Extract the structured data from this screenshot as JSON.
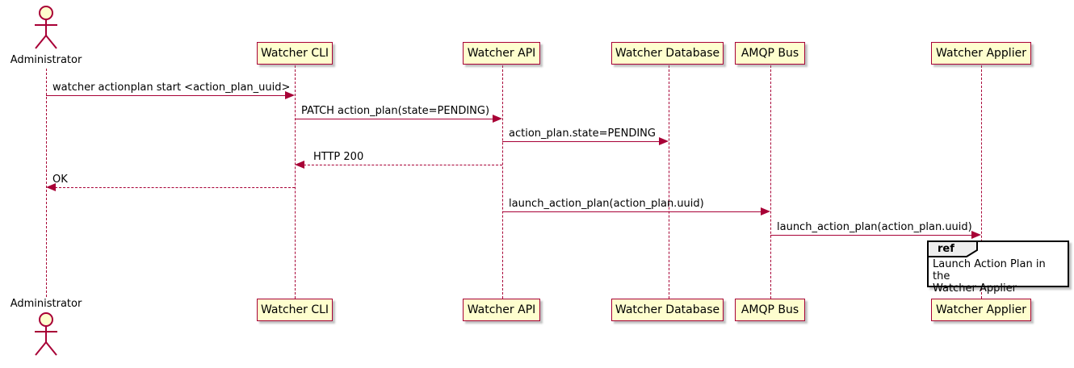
{
  "diagram_type": "sequence",
  "colors": {
    "participant_fill": "#FEFECE",
    "participant_border": "#A80036",
    "lifeline": "#A80036",
    "arrow": "#A80036",
    "text": "#000000",
    "ref_border": "#000000",
    "ref_tab_fill": "#EEEEEE",
    "background": "#FFFFFF"
  },
  "actor": {
    "label": "Administrator"
  },
  "participants": [
    {
      "label": "Watcher CLI"
    },
    {
      "label": "Watcher API"
    },
    {
      "label": "Watcher Database"
    },
    {
      "label": "AMQP Bus"
    },
    {
      "label": "Watcher Applier"
    }
  ],
  "messages": [
    {
      "from": "Administrator",
      "to": "Watcher CLI",
      "label": "watcher actionplan start <action_plan_uuid>",
      "line": "solid"
    },
    {
      "from": "Watcher CLI",
      "to": "Watcher API",
      "label": "PATCH action_plan(state=PENDING)",
      "line": "solid"
    },
    {
      "from": "Watcher API",
      "to": "Watcher Database",
      "label": "action_plan.state=PENDING",
      "line": "solid"
    },
    {
      "from": "Watcher API",
      "to": "Watcher CLI",
      "label": "HTTP 200",
      "line": "dashed"
    },
    {
      "from": "Watcher CLI",
      "to": "Administrator",
      "label": "OK",
      "line": "dashed"
    },
    {
      "from": "Watcher API",
      "to": "AMQP Bus",
      "label": "launch_action_plan(action_plan.uuid)",
      "line": "solid"
    },
    {
      "from": "AMQP Bus",
      "to": "Watcher Applier",
      "label": "launch_action_plan(action_plan.uuid)",
      "line": "solid"
    }
  ],
  "ref": {
    "keyword": "ref",
    "line1": "Launch Action Plan in the",
    "line2": "Watcher Applier"
  }
}
